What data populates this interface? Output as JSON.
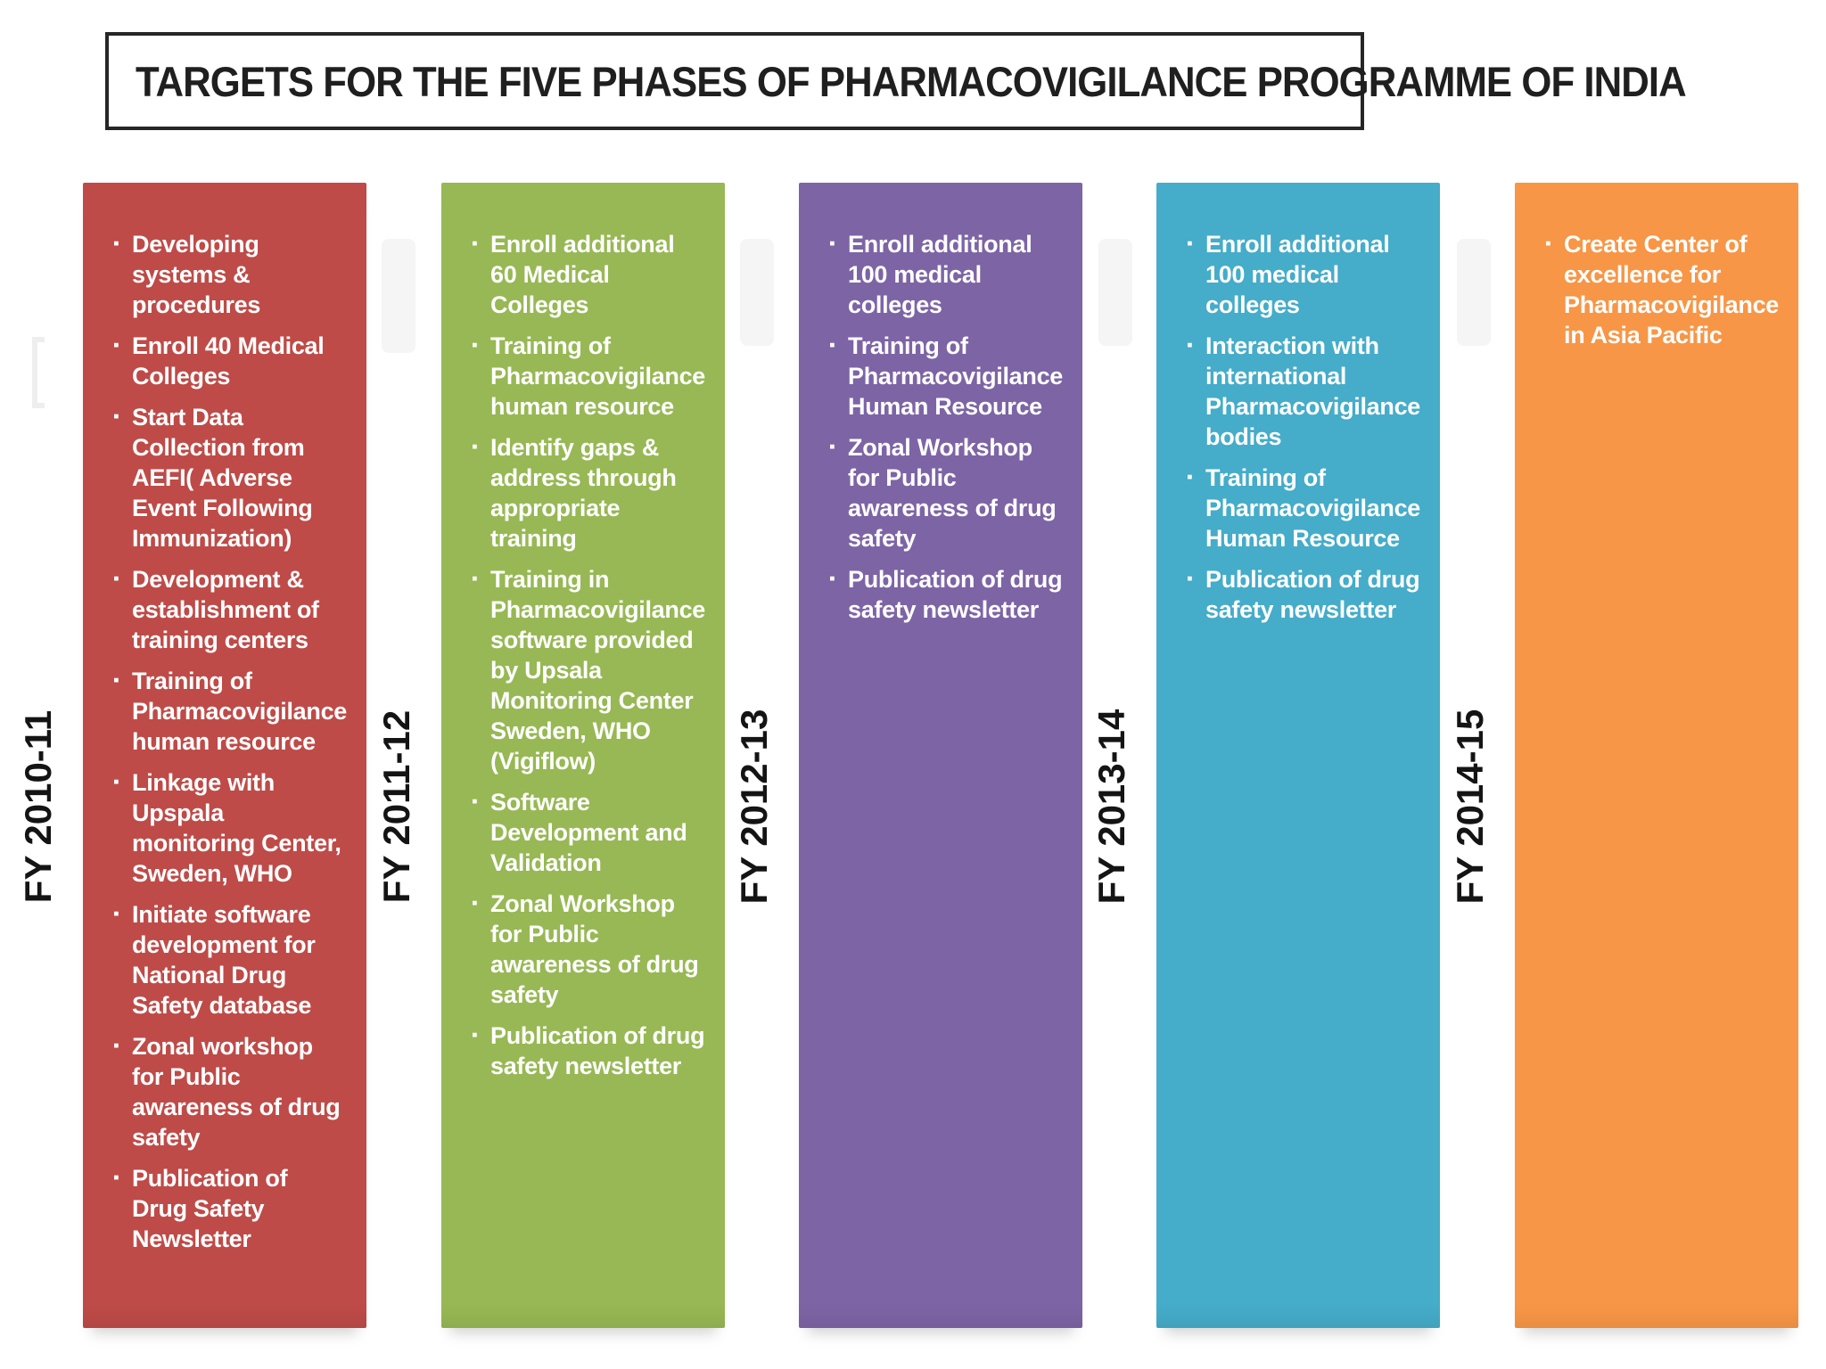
{
  "title": "TARGETS FOR THE FIVE PHASES OF PHARMACOVIGILANCE PROGRAMME OF INDIA",
  "colors": {
    "phase1_red": "#BE4B48",
    "phase2_green": "#97B854",
    "phase3_purple": "#7D64A5",
    "phase4_teal": "#45ACC9",
    "phase5_orange": "#F79646",
    "title_border": "#262626",
    "bullet_text": "#FFFFFF",
    "label_text": "#141414"
  },
  "phases": [
    {
      "label": "FY 2010-11",
      "color": "#BE4B48",
      "items": [
        "Developing systems & procedures",
        "Enroll 40 Medical Colleges",
        "Start Data Collection from AEFI( Adverse Event Following Immunization)",
        "Development & establishment of training centers",
        "Training of Pharmacovigilance human resource",
        "Linkage with Upspala monitoring Center, Sweden, WHO",
        "Initiate software development for National Drug Safety database",
        "Zonal workshop for Public awareness of drug safety",
        "Publication of Drug Safety Newsletter"
      ]
    },
    {
      "label": "FY 2011-12",
      "color": "#97B854",
      "items": [
        "Enroll additional 60 Medical Colleges",
        "Training of Pharmacovigilance human resource",
        "Identify gaps & address through appropriate training",
        "Training in Pharmacovigilance software provided by Upsala Monitoring Center Sweden, WHO (Vigiflow)",
        "Software Development and Validation",
        "Zonal Workshop for Public awareness of drug safety",
        "Publication of drug safety newsletter"
      ]
    },
    {
      "label": "FY 2012-13",
      "color": "#7D64A5",
      "items": [
        "Enroll additional 100 medical colleges",
        "Training of Pharmacovigilance Human Resource",
        "Zonal Workshop for Public awareness of drug safety",
        "Publication of drug safety newsletter"
      ]
    },
    {
      "label": "FY 2013-14",
      "color": "#45ACC9",
      "items": [
        "Enroll additional 100 medical colleges",
        "Interaction with international Pharmacovigilance bodies",
        "Training of Pharmacovigilance Human Resource",
        "Publication of drug safety newsletter"
      ]
    },
    {
      "label": "FY 2014-15",
      "color": "#F79646",
      "items": [
        "Create Center of excellence for Pharmacovigilance in Asia Pacific"
      ]
    }
  ]
}
